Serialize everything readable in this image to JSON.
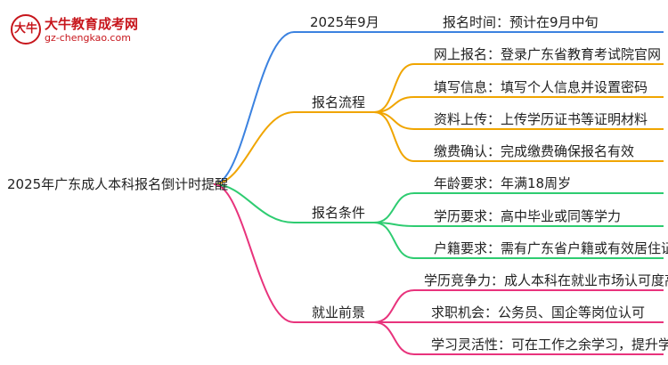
{
  "logo": {
    "name": "大牛教育成考网",
    "url": "gz-chengkao.com",
    "mark": "大牛"
  },
  "colors": {
    "blue": "#3b82e0",
    "orange": "#f0a500",
    "green": "#2ecc71",
    "pink": "#e8337c"
  },
  "mindmap": {
    "root": "2025年广东成人本科报名倒计时提醒",
    "branches": [
      {
        "label": "2025年9月",
        "children": [
          "报名时间：预计在9月中旬"
        ]
      },
      {
        "label": "报名流程",
        "children": [
          "网上报名：登录广东省教育考试院官网",
          "填写信息：填写个人信息并设置密码",
          "资料上传：上传学历证书等证明材料",
          "缴费确认：完成缴费确保报名有效"
        ]
      },
      {
        "label": "报名条件",
        "children": [
          "年龄要求：年满18周岁",
          "学历要求：高中毕业或同等学力",
          "户籍要求：需有广东省户籍或有效居住证"
        ]
      },
      {
        "label": "就业前景",
        "children": [
          "学历竞争力：成人本科在就业市场认可度高",
          "求职机会：公务员、国企等岗位认可",
          "学习灵活性：可在工作之余学习，提升学历"
        ]
      }
    ]
  }
}
